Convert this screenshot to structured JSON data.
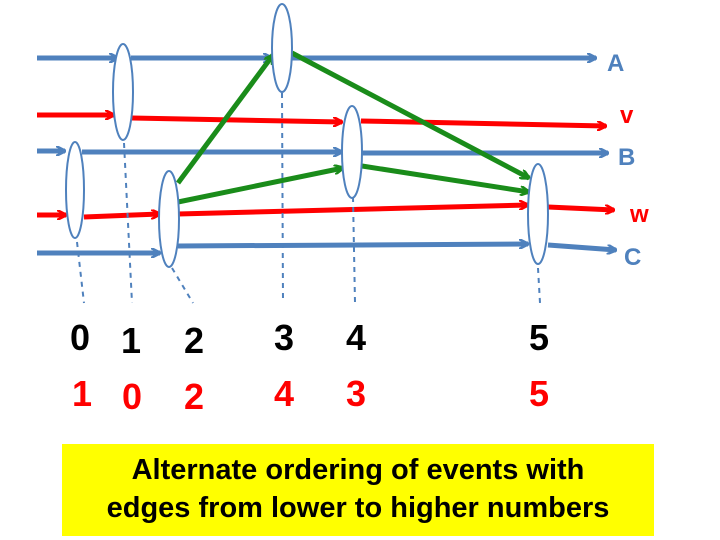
{
  "colors": {
    "blue_line": "#4f81bd",
    "red_line": "#ff0000",
    "green_edge": "#1a8c1a",
    "label_blue": "#4f81bd",
    "label_red": "#ff0000",
    "number_black": "#000000",
    "number_red": "#ff0000",
    "caption_bg": "#ffff00"
  },
  "lines": [
    {
      "id": "A",
      "label": "A",
      "color": "blue"
    },
    {
      "id": "v",
      "label": "v",
      "color": "red"
    },
    {
      "id": "B",
      "label": "B",
      "color": "blue"
    },
    {
      "id": "w",
      "label": "w",
      "color": "red"
    },
    {
      "id": "C",
      "label": "C",
      "color": "blue"
    }
  ],
  "events": [
    {
      "id": "e0",
      "order_a": "0",
      "order_b": "1"
    },
    {
      "id": "e1",
      "order_a": "1",
      "order_b": "0"
    },
    {
      "id": "e2",
      "order_a": "2",
      "order_b": "2"
    },
    {
      "id": "e3",
      "order_a": "3",
      "order_b": "4"
    },
    {
      "id": "e4",
      "order_a": "4",
      "order_b": "3"
    },
    {
      "id": "e5",
      "order_a": "5",
      "order_b": "5"
    }
  ],
  "edges": [
    {
      "from": "e2",
      "to": "e3"
    },
    {
      "from": "e2",
      "to": "e4"
    },
    {
      "from": "e3",
      "to": "e5"
    },
    {
      "from": "e4",
      "to": "e5"
    }
  ],
  "caption": {
    "line1": "Alternate ordering of events with",
    "line2": "edges from lower to higher numbers"
  }
}
